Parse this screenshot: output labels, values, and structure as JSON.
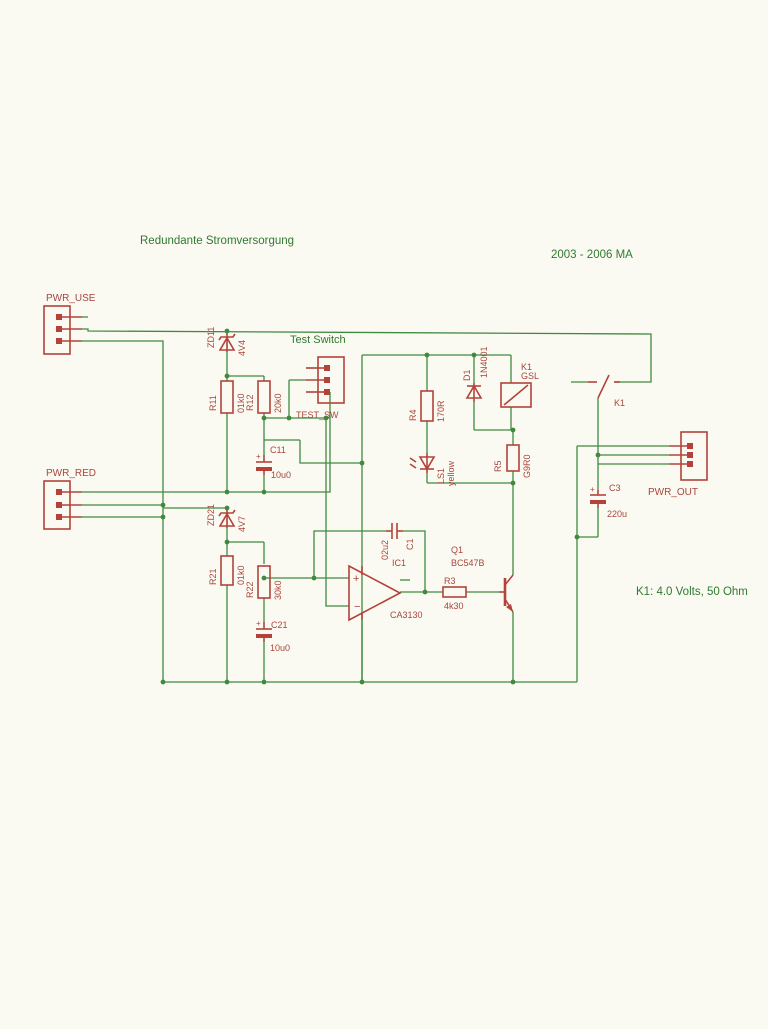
{
  "title": "Redundante Stromversorgung",
  "date": "2003 - 2006 MA",
  "note": "K1: 4.0 Volts, 50 Ohm",
  "colors": {
    "wire": "#3f8a3f",
    "component": "#b3433a",
    "paper": "#fbfaf2"
  },
  "connectors": {
    "pwr_use": {
      "name": "PWR_USE"
    },
    "pwr_red": {
      "name": "PWR_RED"
    },
    "pwr_out": {
      "name": "PWR_OUT"
    },
    "test_sw": {
      "name": "TEST_SW",
      "caption": "Test Switch"
    }
  },
  "parts": {
    "zd11": {
      "name": "ZD11",
      "value": "4V4"
    },
    "zd21": {
      "name": "ZD21",
      "value": "4V7"
    },
    "r11": {
      "name": "R11",
      "value": "01k0"
    },
    "r12": {
      "name": "R12",
      "value": "20k0"
    },
    "r21": {
      "name": "R21",
      "value": "01k0"
    },
    "r22": {
      "name": "R22",
      "value": "30k0"
    },
    "c11": {
      "name": "C11",
      "value": "10u0"
    },
    "c21": {
      "name": "C21",
      "value": "10u0"
    },
    "c1": {
      "name": "C1",
      "value": "02u2"
    },
    "ic1": {
      "name": "IC1",
      "value": "CA3130"
    },
    "r3": {
      "name": "R3",
      "value": "4k30"
    },
    "q1": {
      "name": "Q1",
      "value": "BC547B"
    },
    "r4": {
      "name": "R4",
      "value": "170R"
    },
    "led1": {
      "name": "LS1",
      "value": "yellow"
    },
    "r5": {
      "name": "R5",
      "value": "G9R0"
    },
    "d1": {
      "name": "D1",
      "value": "1N4001"
    },
    "k1": {
      "name": "K1",
      "value": "GSL"
    },
    "k1sw": {
      "name": "K1"
    },
    "c3": {
      "name": "C3",
      "value": "220u"
    }
  }
}
